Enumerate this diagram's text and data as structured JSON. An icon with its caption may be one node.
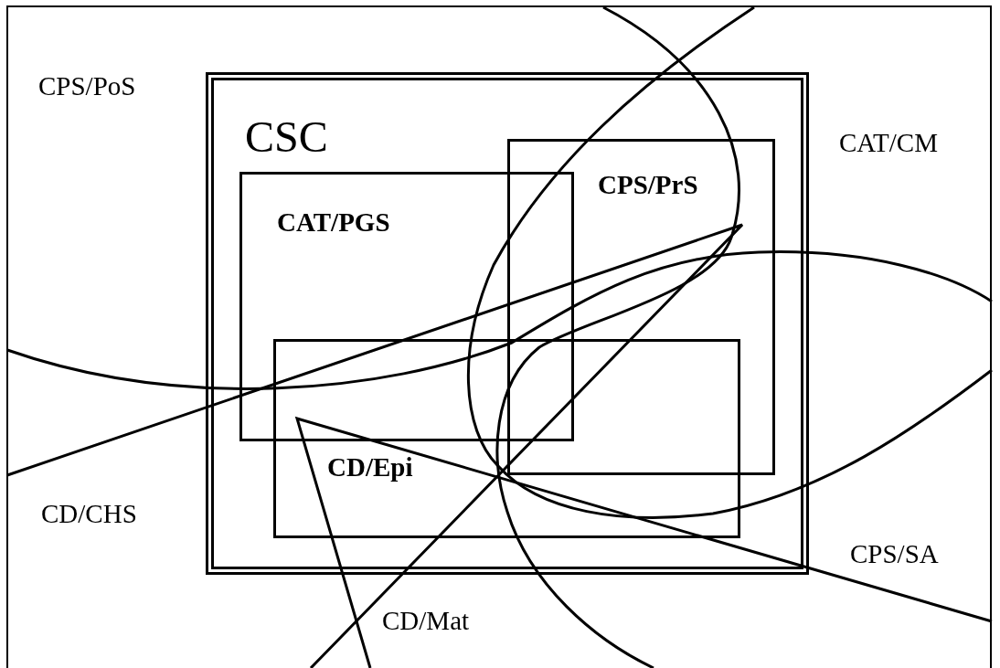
{
  "diagram": {
    "nodes": [
      {
        "text": [
          "CSC"
        ]
      },
      {
        "text": [
          "CAT/PGS"
        ],
        "in": 0
      },
      {
        "text": [
          "CPS/PrS"
        ],
        "in": 0
      },
      {
        "text": [
          "CD/Epi"
        ],
        "in": 0
      }
    ],
    "labels": [
      "CPS/PoS",
      "CAT/CM",
      "CD/CHS",
      "CPS/SA",
      "CD/Mat"
    ]
  }
}
